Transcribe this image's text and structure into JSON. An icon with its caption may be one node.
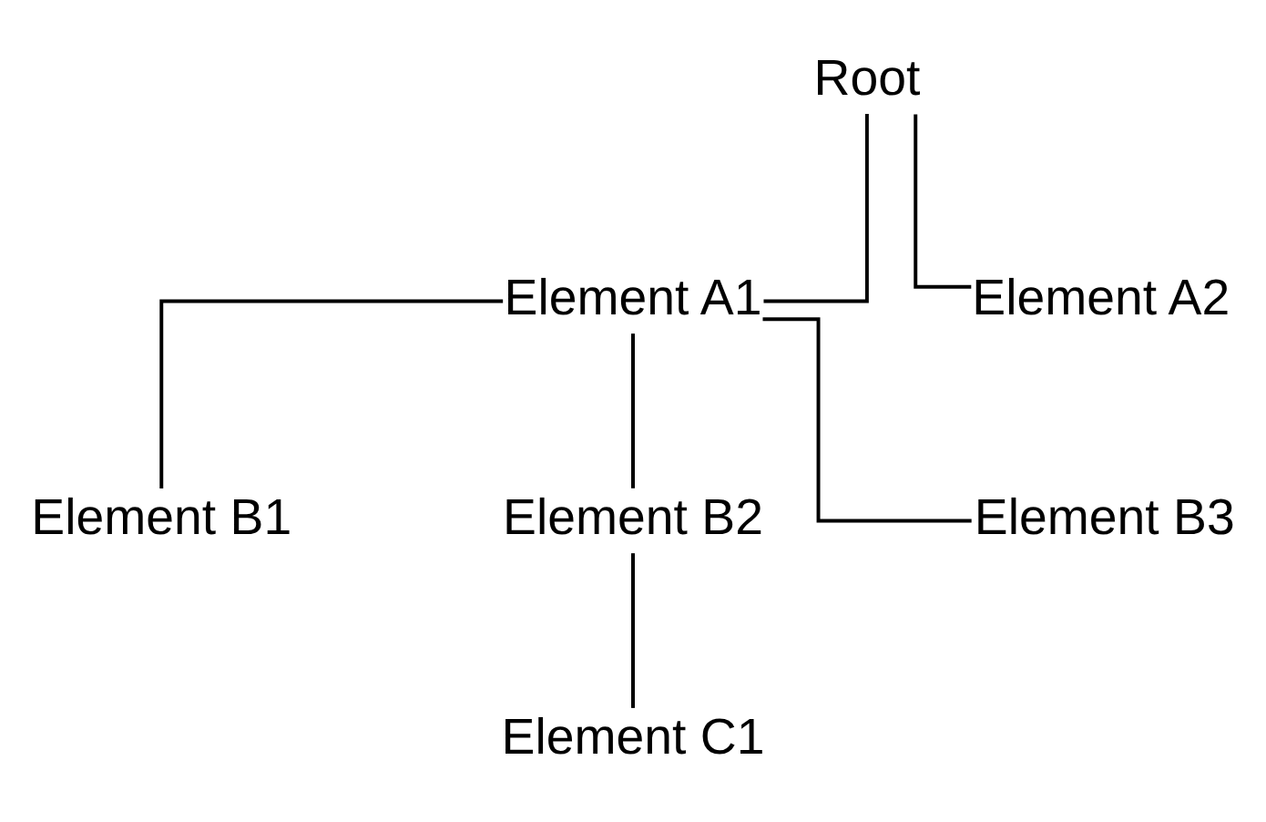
{
  "diagram": {
    "nodes": [
      {
        "text": [
          "Root"
        ]
      },
      {
        "text": [
          "Element A1"
        ]
      },
      {
        "text": [
          "Element A2"
        ]
      },
      {
        "text": [
          "Element B1"
        ]
      },
      {
        "text": [
          "Element B2"
        ]
      },
      {
        "text": [
          "Element B3"
        ]
      },
      {
        "text": [
          "Element C1"
        ]
      }
    ],
    "edges": [
      {
        "from": 0,
        "to": 1,
        "arrow": "none"
      },
      {
        "from": 0,
        "to": 2,
        "arrow": "none"
      },
      {
        "from": 1,
        "to": 3,
        "arrow": "none"
      },
      {
        "from": 1,
        "to": 4,
        "arrow": "none"
      },
      {
        "from": 1,
        "to": 5,
        "arrow": "none"
      },
      {
        "from": 4,
        "to": 6,
        "arrow": "none"
      }
    ]
  }
}
